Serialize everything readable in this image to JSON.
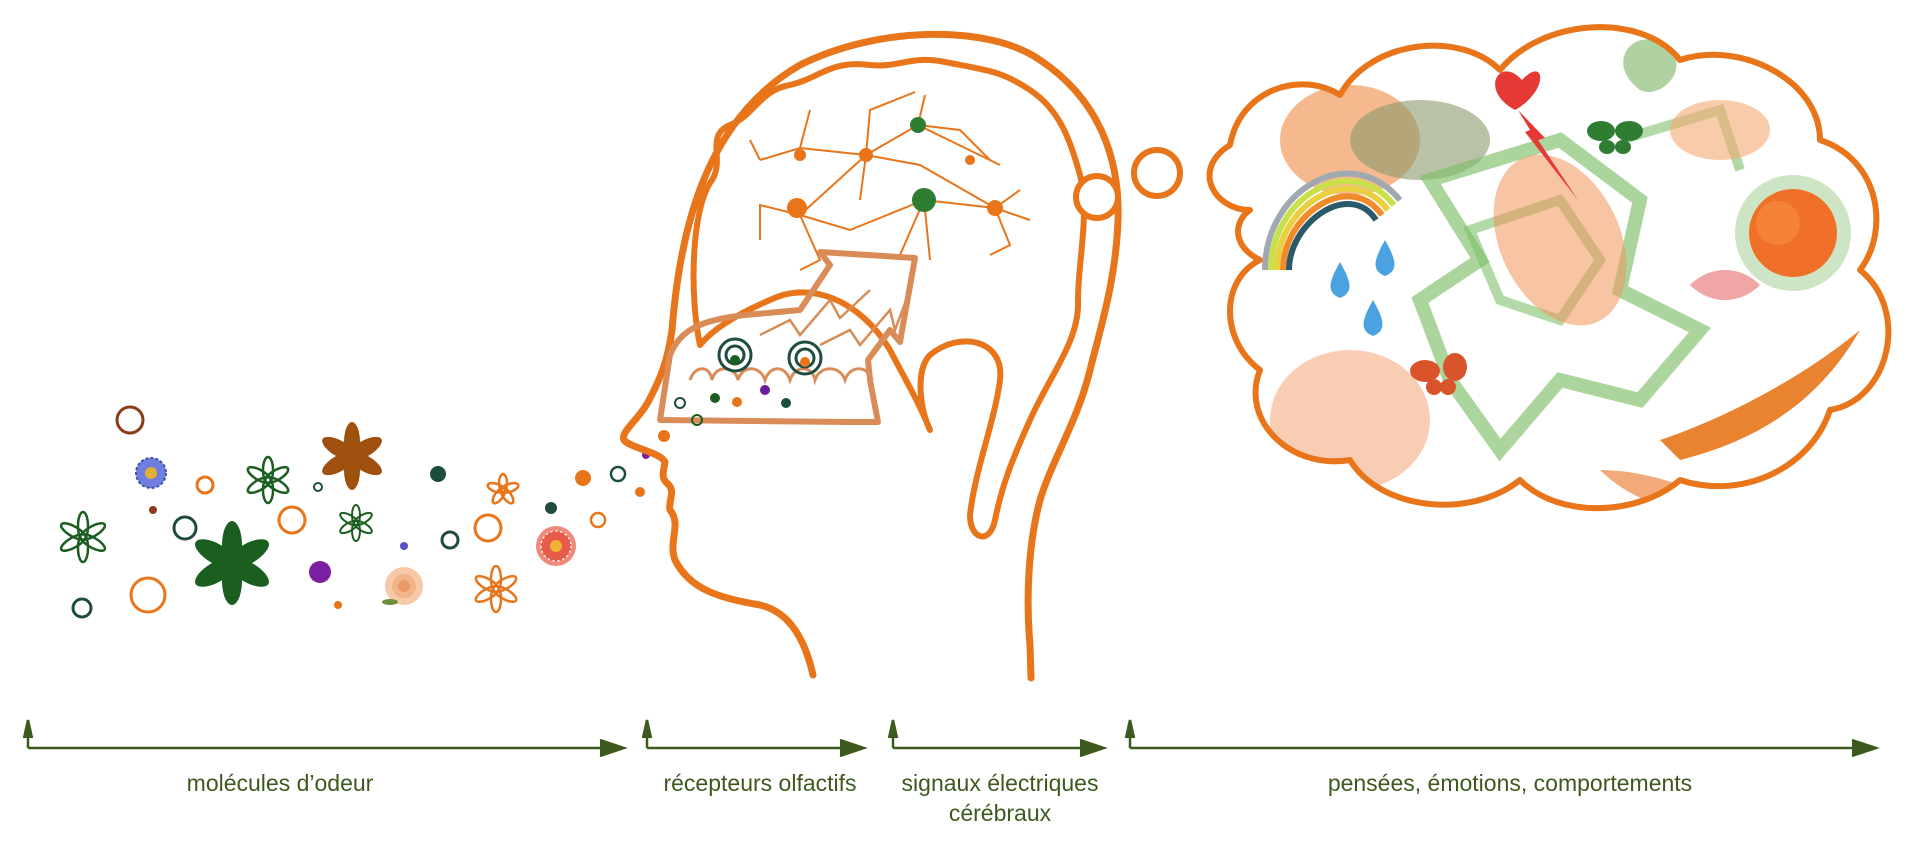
{
  "stages": [
    {
      "label": "molécules d’odeur"
    },
    {
      "label": "récepteurs olfactifs"
    },
    {
      "label": "signaux électriques\ncérébraux"
    },
    {
      "label": "pensées, émotions, comportements"
    }
  ],
  "colors": {
    "outline": "#e8751a",
    "arrow": "#3d5a1e",
    "dark_green": "#1b5e20",
    "dark_teal": "#1e4d40",
    "purple": "#6a1b9a",
    "brown": "#8b3a1a",
    "light_green": "#9ccc8a",
    "peach": "#f4a872",
    "red": "#e53935",
    "blue": "#4aa3e0"
  },
  "icons": [
    "flower-icon",
    "neuron-icon",
    "receptor-icon",
    "heart-icon",
    "rainbow-icon",
    "raindrop-icon",
    "sun-icon",
    "butterfly-icon",
    "rose-icon",
    "thought-bubble-icon",
    "head-profile-icon"
  ]
}
